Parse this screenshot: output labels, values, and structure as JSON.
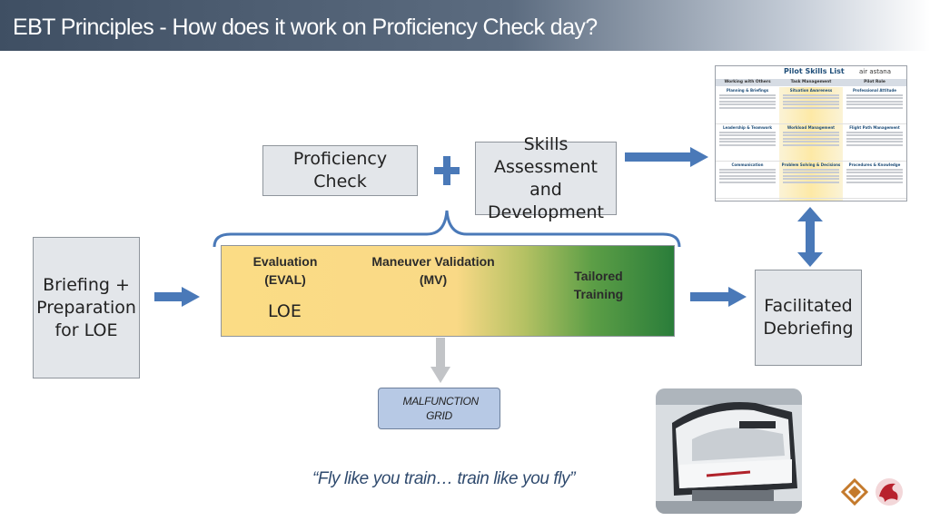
{
  "title": "EBT Principles - How does it work on Proficiency Check day?",
  "boxes": {
    "proficiency_check": "Proficiency Check",
    "skills_assessment": "Skills Assessment and Development",
    "briefing": "Briefing + Preparation for LOE",
    "facilitated_debriefing": "Facilitated Debriefing",
    "malfunction_grid": "MALFUNCTION GRID"
  },
  "gradient_box": {
    "evaluation": "Evaluation (EVAL)",
    "maneuver_validation": "Maneuver Validation (MV)",
    "tailored_training": "Tailored Training",
    "loe": "LOE"
  },
  "quote": "“Fly like you train… train like you fly”",
  "skills_list": {
    "title": "Pilot Skills List",
    "brand": "air astana",
    "columns": [
      {
        "header": "Working with Others",
        "cells": [
          "Planning & Briefings",
          "Leadership & Teamwork",
          "Communication"
        ]
      },
      {
        "header": "Task Management",
        "cells": [
          "Situation Awareness",
          "Workload Management",
          "Problem Solving & Decisions"
        ]
      },
      {
        "header": "Pilot Role",
        "cells": [
          "Professional Attitude",
          "Flight Path Management",
          "Procedures & Knowledge"
        ]
      }
    ]
  },
  "colors": {
    "title_bar": "#3f4f63",
    "arrow_blue": "#4a79b8",
    "gradient_yellow": "#fbdc85",
    "gradient_green": "#2a7d3a",
    "malfunction_fill": "#b7c9e5",
    "quote_text": "#2f4a6e"
  }
}
